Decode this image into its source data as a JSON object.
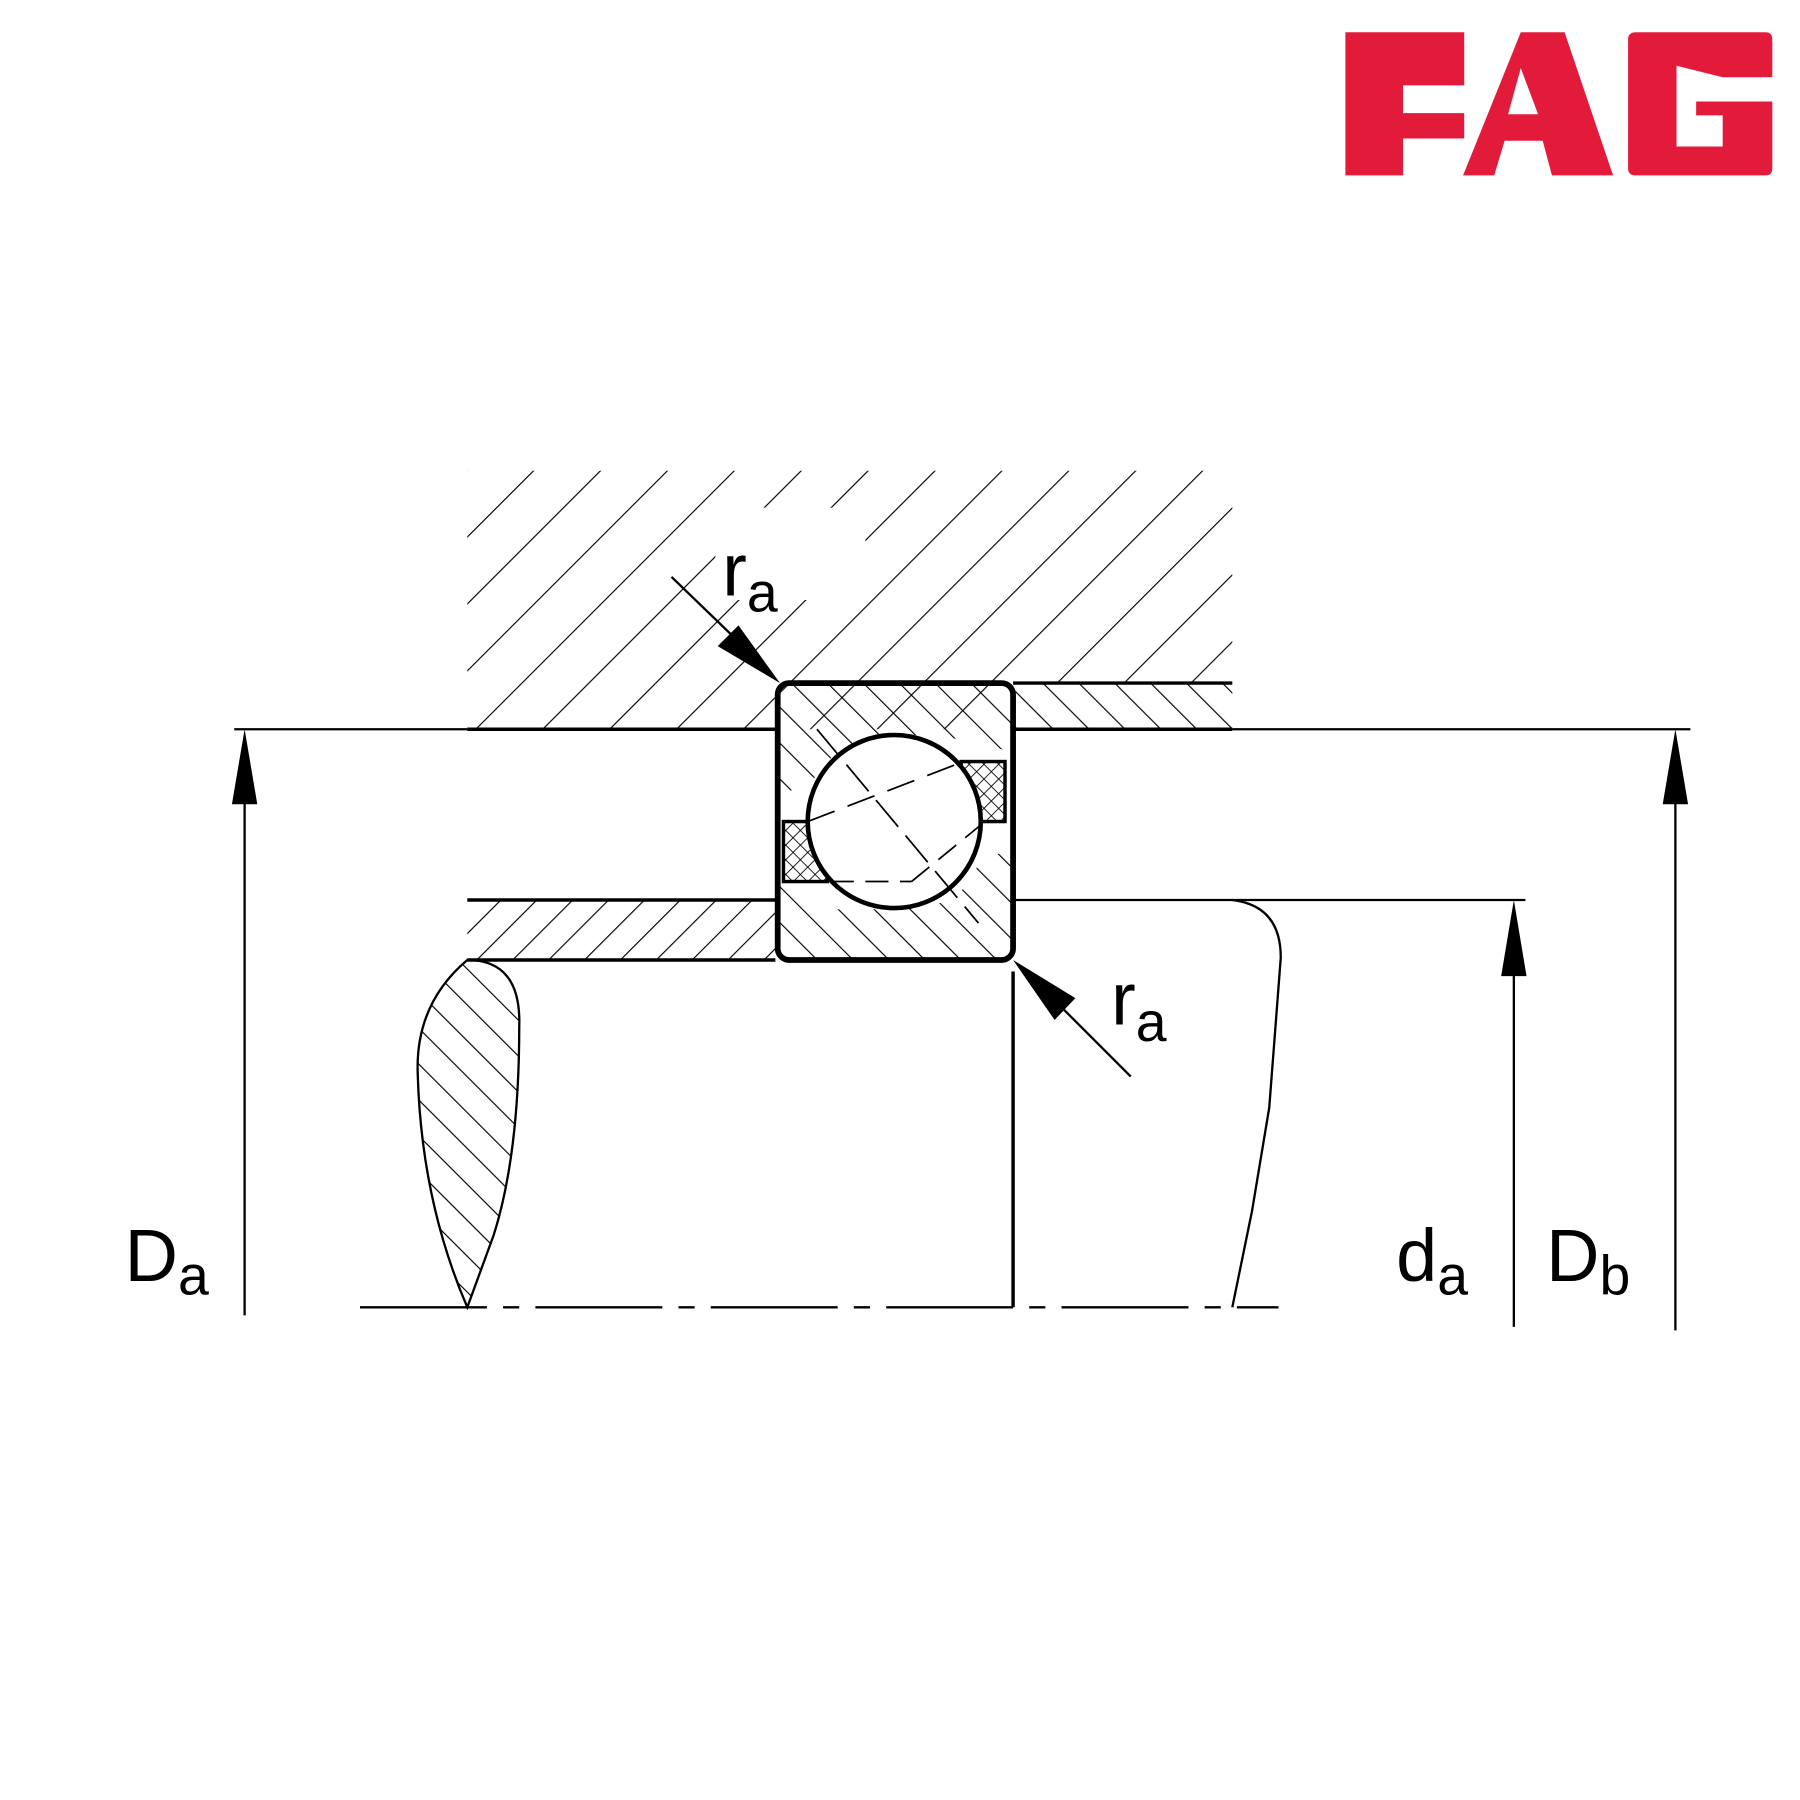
{
  "logo": {
    "text": "FAG",
    "color": "#E31B3B"
  },
  "labels": {
    "Da": {
      "main": "D",
      "sub": "a"
    },
    "da": {
      "main": "d",
      "sub": "a"
    },
    "Db": {
      "main": "D",
      "sub": "b"
    },
    "ra_top": {
      "main": "r",
      "sub": "a"
    },
    "ra_bottom": {
      "main": "r",
      "sub": "a"
    }
  }
}
